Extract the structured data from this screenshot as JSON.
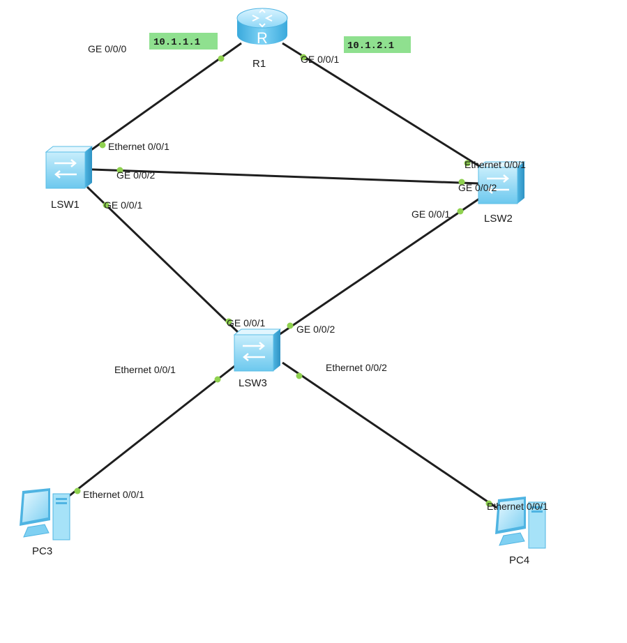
{
  "devices": {
    "r1": "R1",
    "lsw1": "LSW1",
    "lsw2": "LSW2",
    "lsw3": "LSW3",
    "pc3": "PC3",
    "pc4": "PC4"
  },
  "router_icon_letter": "R",
  "ip_tags": {
    "r1_ge000": "10.1.1.1",
    "r1_ge001": "10.1.2.1"
  },
  "ports": {
    "r1_ge000": "GE 0/0/0",
    "r1_ge001": "GE 0/0/1",
    "lsw1_eth001": "Ethernet 0/0/1",
    "lsw1_ge002": "GE 0/0/2",
    "lsw1_ge001": "GE 0/0/1",
    "lsw2_eth001": "Ethernet 0/0/1",
    "lsw2_ge002": "GE 0/0/2",
    "lsw2_ge001": "GE 0/0/1",
    "lsw3_ge001": "GE 0/0/1",
    "lsw3_ge002": "GE 0/0/2",
    "lsw3_eth001": "Ethernet 0/0/1",
    "lsw3_eth002": "Ethernet 0/0/2",
    "pc3_eth001": "Ethernet 0/0/1",
    "pc4_eth001": "Ethernet 0/0/1"
  },
  "colors": {
    "link": "#1e1e1e",
    "port_dot": "#8fd14f",
    "ip_tag_bg": "#8fe08f",
    "device_blue": "#5fc8f0"
  }
}
